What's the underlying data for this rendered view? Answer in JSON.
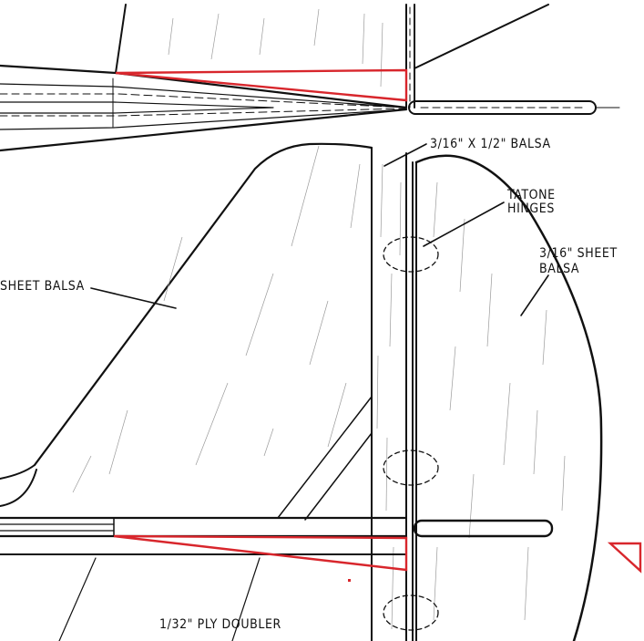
{
  "labels": {
    "spar": "3/16\" X 1/2\" BALSA",
    "hinges_line1": "TATONE",
    "hinges_line2": "HINGES",
    "rudder_line1": "3/16\" SHEET",
    "rudder_line2": "BALSA",
    "fin": "SHEET BALSA",
    "doubler": "1/32\" PLY DOUBLER"
  },
  "colors": {
    "ink": "#111111",
    "highlight": "#d8262c",
    "background": "#ffffff"
  },
  "hinge_count": 3
}
